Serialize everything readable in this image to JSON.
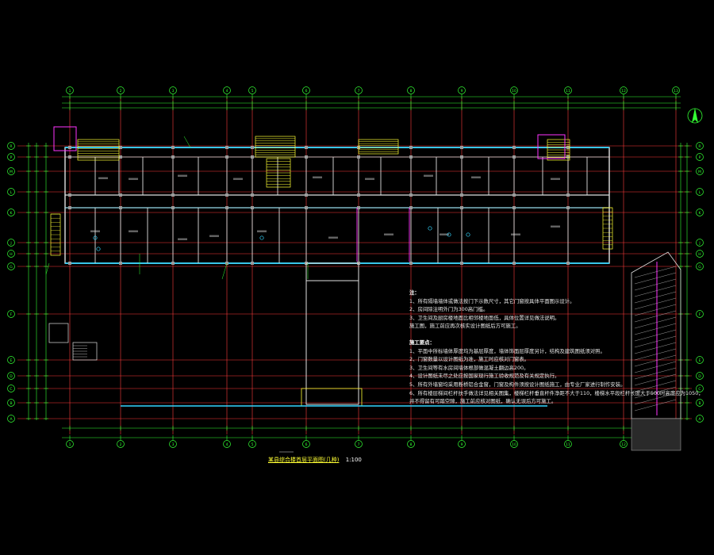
{
  "drawing": {
    "title": "某县综合楼首层平面图(几种)",
    "scale": "1:100",
    "colors": {
      "background": "#000000",
      "axis": "#ff3b3b",
      "dimension": "#33ff33",
      "wall": "#e0e0e0",
      "window": "#33d6ff",
      "stair": "#ffff33",
      "column": "#9a9a9a",
      "bubble": "#33ff33",
      "highlight": "#ff33ff"
    },
    "icons": [
      "north-arrow-icon",
      "axis-bubble-icon",
      "stair-icon",
      "column-icon"
    ]
  },
  "axes": {
    "columns": [
      "1",
      "2",
      "3",
      "4",
      "5",
      "6",
      "7",
      "8",
      "9",
      "10",
      "11",
      "12",
      "13"
    ],
    "rows": [
      "R",
      "P",
      "M",
      "L",
      "K",
      "J",
      "H",
      "G",
      "F",
      "E",
      "D",
      "C",
      "B",
      "A"
    ]
  },
  "notes": {
    "heading": "注：",
    "items": [
      "1、所有隔墙墙体或做法按门下示数尺寸，其它门窗按具体平面图示设计。",
      "2、房间除注明外门为300高门槛。",
      "3、卫生间及厨房楼地面比相邻楼地面低，具体位置详见做法说明。",
      "   施工图，施工前应再次核实设计图纸后方可施工。"
    ],
    "section_heading": "施工要点：",
    "section_items": [
      "1、平面中所标墙体厚度均为基层厚度，墙体饰面层厚度另计，结构及建筑图纸须对照。",
      "2、门窗数量以设计图纸为准，施工时应核对门窗表。",
      "3、卫生间等有水房间墙体根部做混凝土翻边高200。",
      "4、设计图纸未尽之处应按国家现行施工验收规范及有关规定执行。",
      "5、所有外墙窗均采用断桥铝合金窗，门窗及构件须按设计图纸施工，由专业厂家进行制作安装。",
      "6、所有楼层梯间栏杆扶手做法详见相关图集，楼梯栏杆垂直杆件净距不大于110，楼梯水平段栏杆长度大于500时高度应为1050，",
      "   并不得留有可踏空隙，施工前应核对图纸，确认无误后方可施工。"
    ]
  }
}
